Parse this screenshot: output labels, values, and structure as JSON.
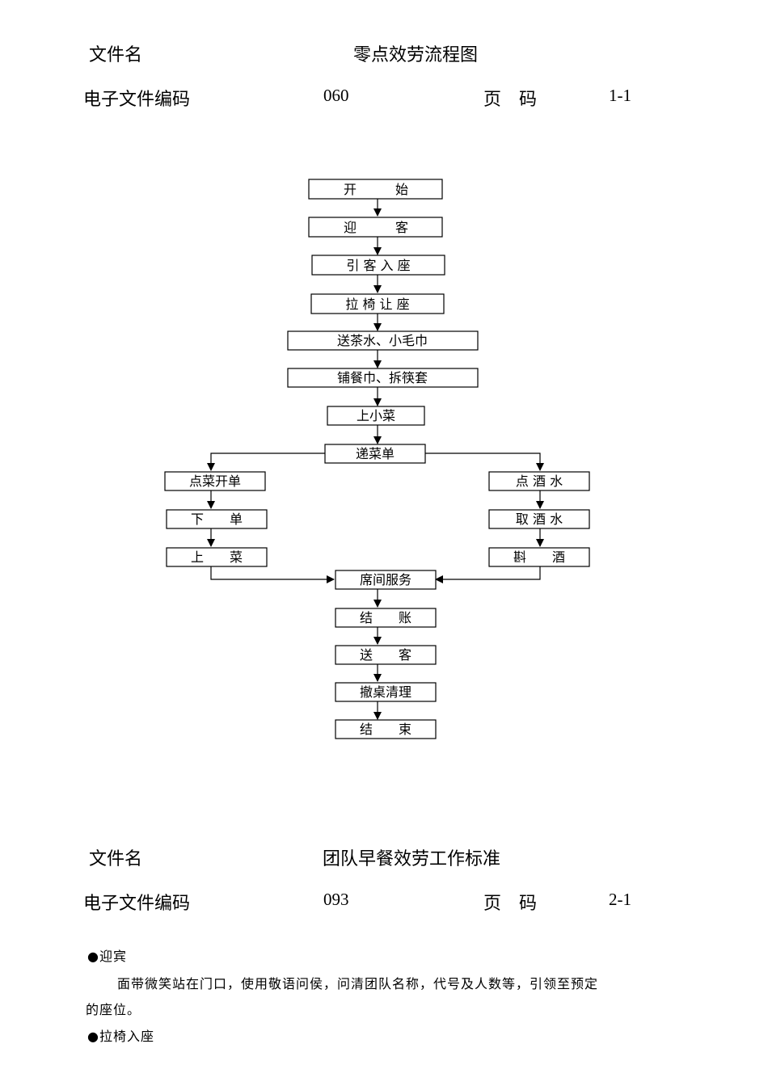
{
  "section1": {
    "file_label": "文件名",
    "title": "零点效劳流程图",
    "code_label": "电子文件编码",
    "code": "060",
    "page_label": "页　码",
    "page": "1-1"
  },
  "flowchart": {
    "nodes": {
      "start": "开　　　始",
      "welcome": "迎　　　客",
      "seat_guide": "引 客 入 座",
      "chair": "拉 椅 让 座",
      "tea": "送茶水、小毛巾",
      "napkin": "铺餐巾、拆筷套",
      "appetizer": "上小菜",
      "menu": "递菜单",
      "order": "点菜开单",
      "submit": "下　　单",
      "serve": "上　　菜",
      "drinks": "点 酒 水",
      "fetch": "取 酒 水",
      "pour": "斟　　酒",
      "table_service": "席间服务",
      "checkout": "结　　账",
      "farewell": "送　　客",
      "clear": "撤桌清理",
      "end": "结　　束"
    }
  },
  "section2": {
    "file_label": "文件名",
    "title": "团队早餐效劳工作标准",
    "code_label": "电子文件编码",
    "code": "093",
    "page_label": "页　码",
    "page": "2-1"
  },
  "content": {
    "bullet1": "●迎宾",
    "para1_line1": "面带微笑站在门口，使用敬语问侯，问清团队名称，代号及人数等，引领至预定",
    "para1_line2": "的座位。",
    "bullet2": "●拉椅入座"
  }
}
